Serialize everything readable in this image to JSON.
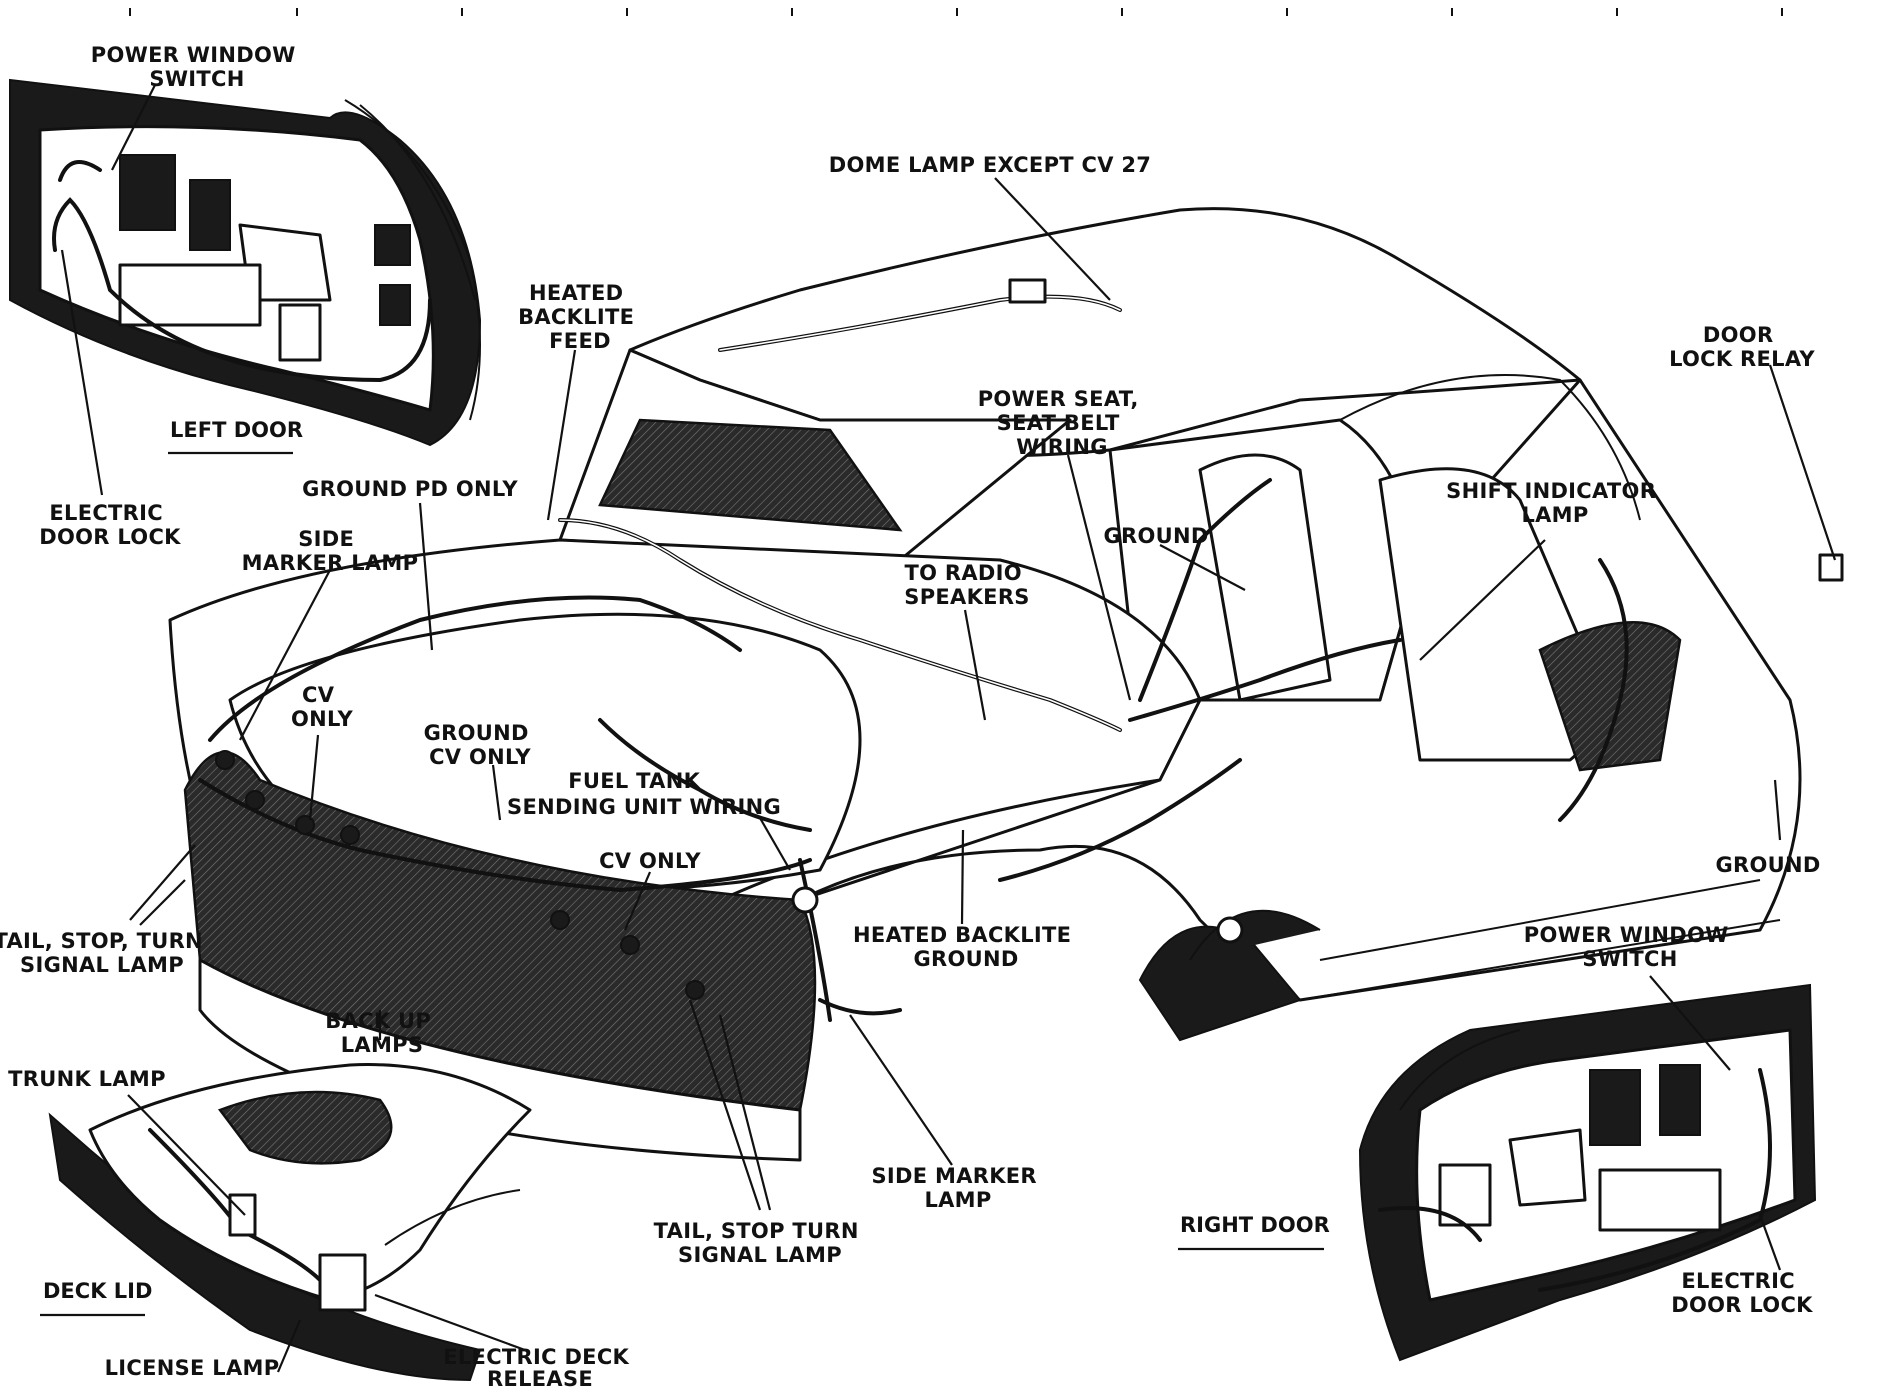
{
  "insets": {
    "left_door": "LEFT DOOR",
    "right_door": "RIGHT DOOR",
    "deck_lid": "DECK LID"
  },
  "labels": {
    "power_window_switch_left": [
      "POWER WINDOW",
      "SWITCH"
    ],
    "electric_door_lock_left": [
      "ELECTRIC",
      "DOOR LOCK"
    ],
    "dome_lamp": [
      "DOME LAMP EXCEPT CV 27"
    ],
    "heated_backlite_feed": [
      "HEATED",
      "BACKLITE",
      "FEED"
    ],
    "door_lock_relay": [
      "DOOR",
      "LOCK RELAY"
    ],
    "power_seat": [
      "POWER SEAT,",
      "SEAT BELT",
      "WIRING"
    ],
    "ground_pd_only": [
      "GROUND PD ONLY"
    ],
    "side_marker_lamp_left": [
      "SIDE",
      "MARKER LAMP"
    ],
    "ground_interior": [
      "GROUND"
    ],
    "shift_indicator_lamp": [
      "SHIFT INDICATOR",
      "LAMP"
    ],
    "to_radio_speakers": [
      "TO RADIO",
      "SPEAKERS"
    ],
    "cv_only_1": [
      "CV",
      "ONLY"
    ],
    "ground_cv_only": [
      "GROUND",
      "CV ONLY"
    ],
    "fuel_tank": [
      "FUEL TANK",
      "SENDING UNIT WIRING"
    ],
    "cv_only_2": [
      "CV ONLY"
    ],
    "tail_stop_turn_left": [
      "TAIL, STOP, TURN",
      "SIGNAL LAMP"
    ],
    "heated_backlite_ground": [
      "HEATED BACKLITE",
      "GROUND"
    ],
    "ground_right": [
      "GROUND"
    ],
    "power_window_switch_right": [
      "POWER WINDOW",
      "SWITCH"
    ],
    "back_up_lamps": [
      "BACK UP",
      "LAMPS"
    ],
    "trunk_lamp": [
      "TRUNK LAMP"
    ],
    "side_marker_lamp_rear": [
      "SIDE MARKER",
      "LAMP"
    ],
    "tail_stop_turn_right": [
      "TAIL, STOP  TURN",
      "SIGNAL LAMP"
    ],
    "electric_door_lock_right": [
      "ELECTRIC",
      "DOOR LOCK"
    ],
    "license_lamp": [
      "LICENSE LAMP"
    ],
    "electric_deck_release": [
      "ELECTRIC DECK",
      "RELEASE"
    ]
  },
  "colors": {
    "ink": "#111111",
    "paper": "#ffffff"
  }
}
